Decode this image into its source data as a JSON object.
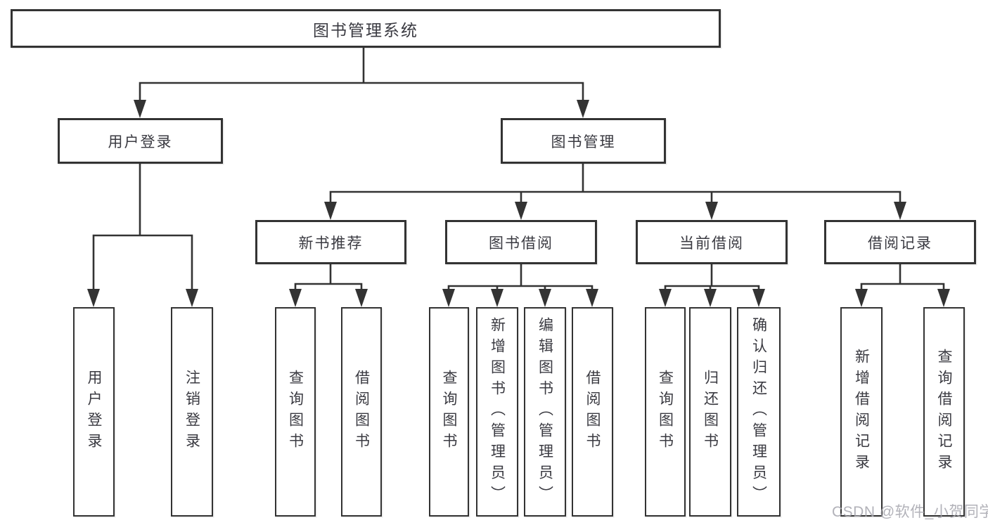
{
  "diagram": {
    "title": "图书管理系统",
    "level2": {
      "user_login": "用户登录",
      "book_management": "图书管理"
    },
    "level3": {
      "new_book_recommend": "新书推荐",
      "book_borrow": "图书借阅",
      "current_borrow": "当前借阅",
      "borrow_record": "借阅记录"
    },
    "leaves": {
      "user_login": "用户登录",
      "logout_login": "注销登录",
      "nb_query_books": "查询图书",
      "nb_borrow_books": "借阅图书",
      "bb_query_books": "查询图书",
      "bb_add_books": "新增图书（管理员）",
      "bb_edit_books": "编辑图书（管理员）",
      "bb_borrow_books": "借阅图书",
      "cb_query_books": "查询图书",
      "cb_return_books": "归还图书",
      "cb_confirm_return": "确认归还（管理员）",
      "br_add_record": "新增借阅记录",
      "br_query_record": "查询借阅记录"
    }
  },
  "watermark": "CSDN @软件_小贺同学",
  "colors": {
    "line": "#333333",
    "box_border": "#333333",
    "text": "#3a3a41",
    "watermark": "#a5a5ad",
    "background": "#ffffff"
  }
}
